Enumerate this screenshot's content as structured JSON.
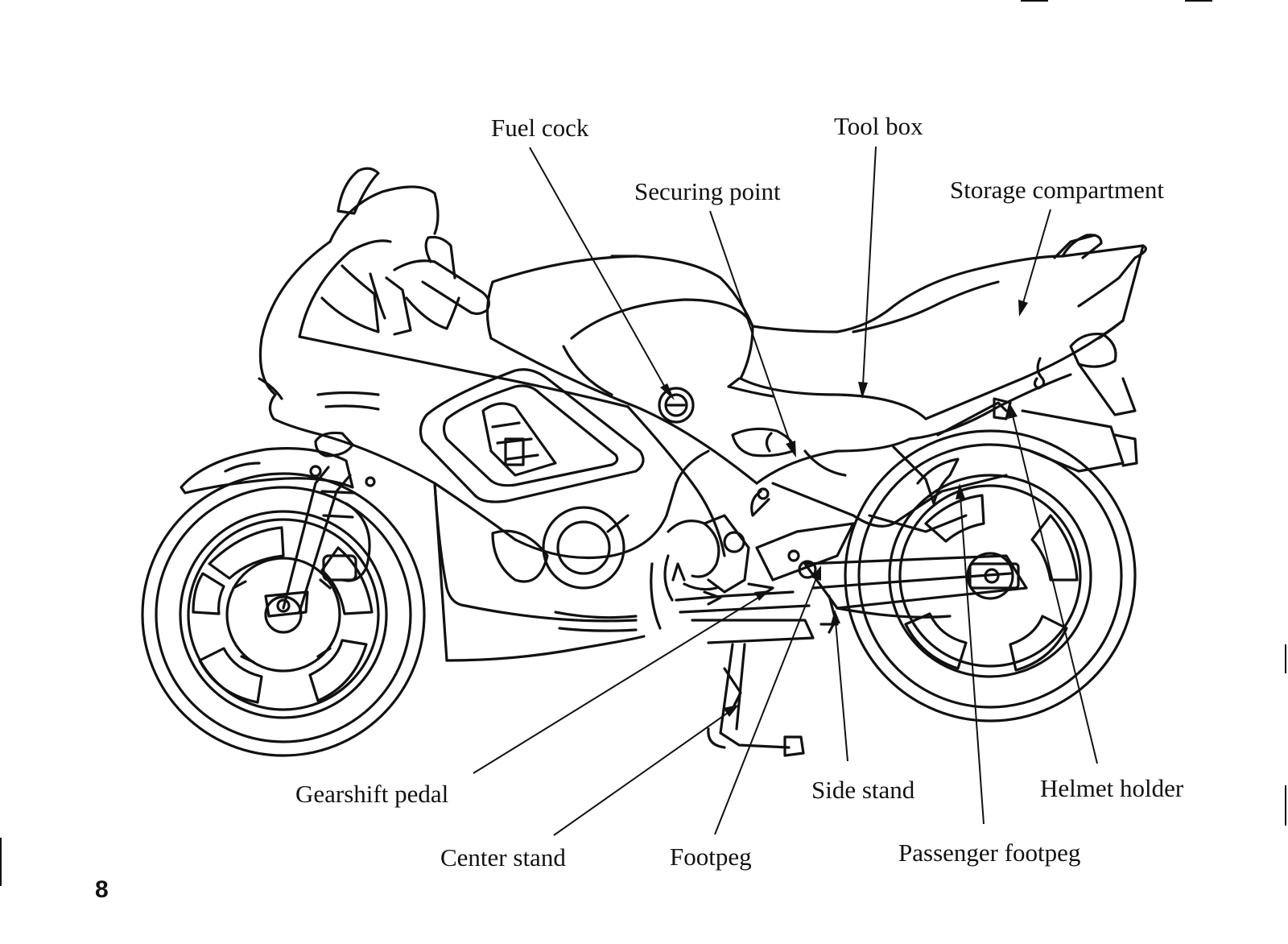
{
  "page_number": "8",
  "labels": {
    "fuel_cock": "Fuel cock",
    "tool_box": "Tool box",
    "securing_point": "Securing point",
    "storage_compartment": "Storage compartment",
    "gearshift_pedal": "Gearshift pedal",
    "center_stand": "Center stand",
    "footpeg": "Footpeg",
    "side_stand": "Side stand",
    "helmet_holder": "Helmet holder",
    "passenger_footpeg": "Passenger footpeg"
  }
}
